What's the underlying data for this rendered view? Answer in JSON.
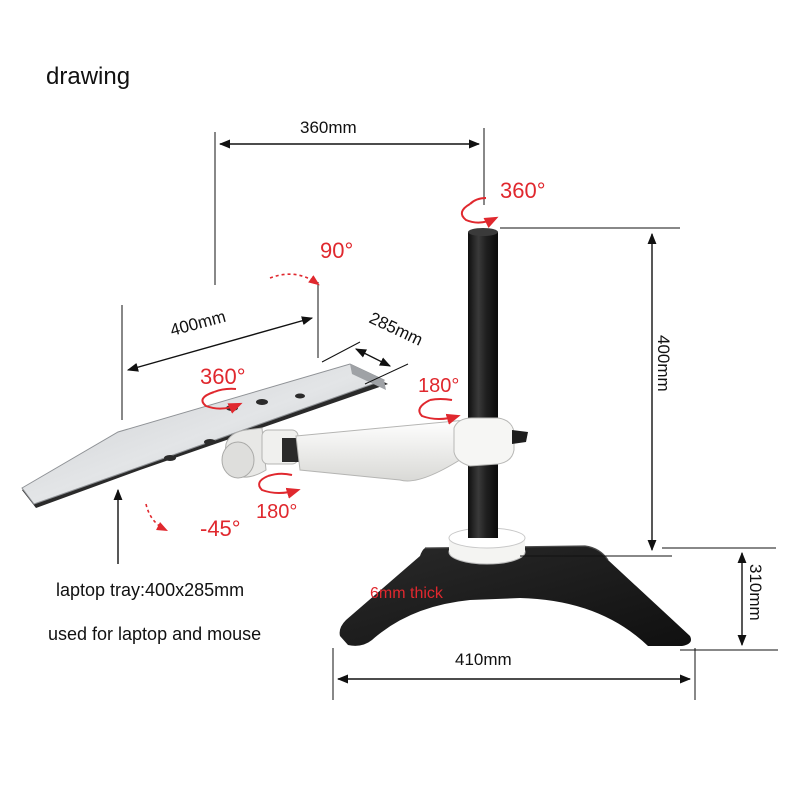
{
  "title": "drawing",
  "dimensions": {
    "reach": "360mm",
    "pole_height": "400mm",
    "tray_width": "400mm",
    "tray_depth": "285mm",
    "base_width": "410mm",
    "base_depth": "310mm"
  },
  "rotations": {
    "pole_top": "360°",
    "tray_tilt_up": "90°",
    "tray_swivel": "360°",
    "arm_joint": "180°",
    "tray_joint": "180°",
    "tray_tilt_down": "-45°"
  },
  "notes": {
    "base_thickness": "6mm thick",
    "tray_spec": "laptop tray:400x285mm",
    "tray_use": "used for laptop and mouse"
  },
  "colors": {
    "rotation_accent": "#e0282e",
    "pole": "#1c1c1c",
    "base": "#1a1a1a",
    "tray": "#d8dadc",
    "arm": "#f2f2f0"
  }
}
